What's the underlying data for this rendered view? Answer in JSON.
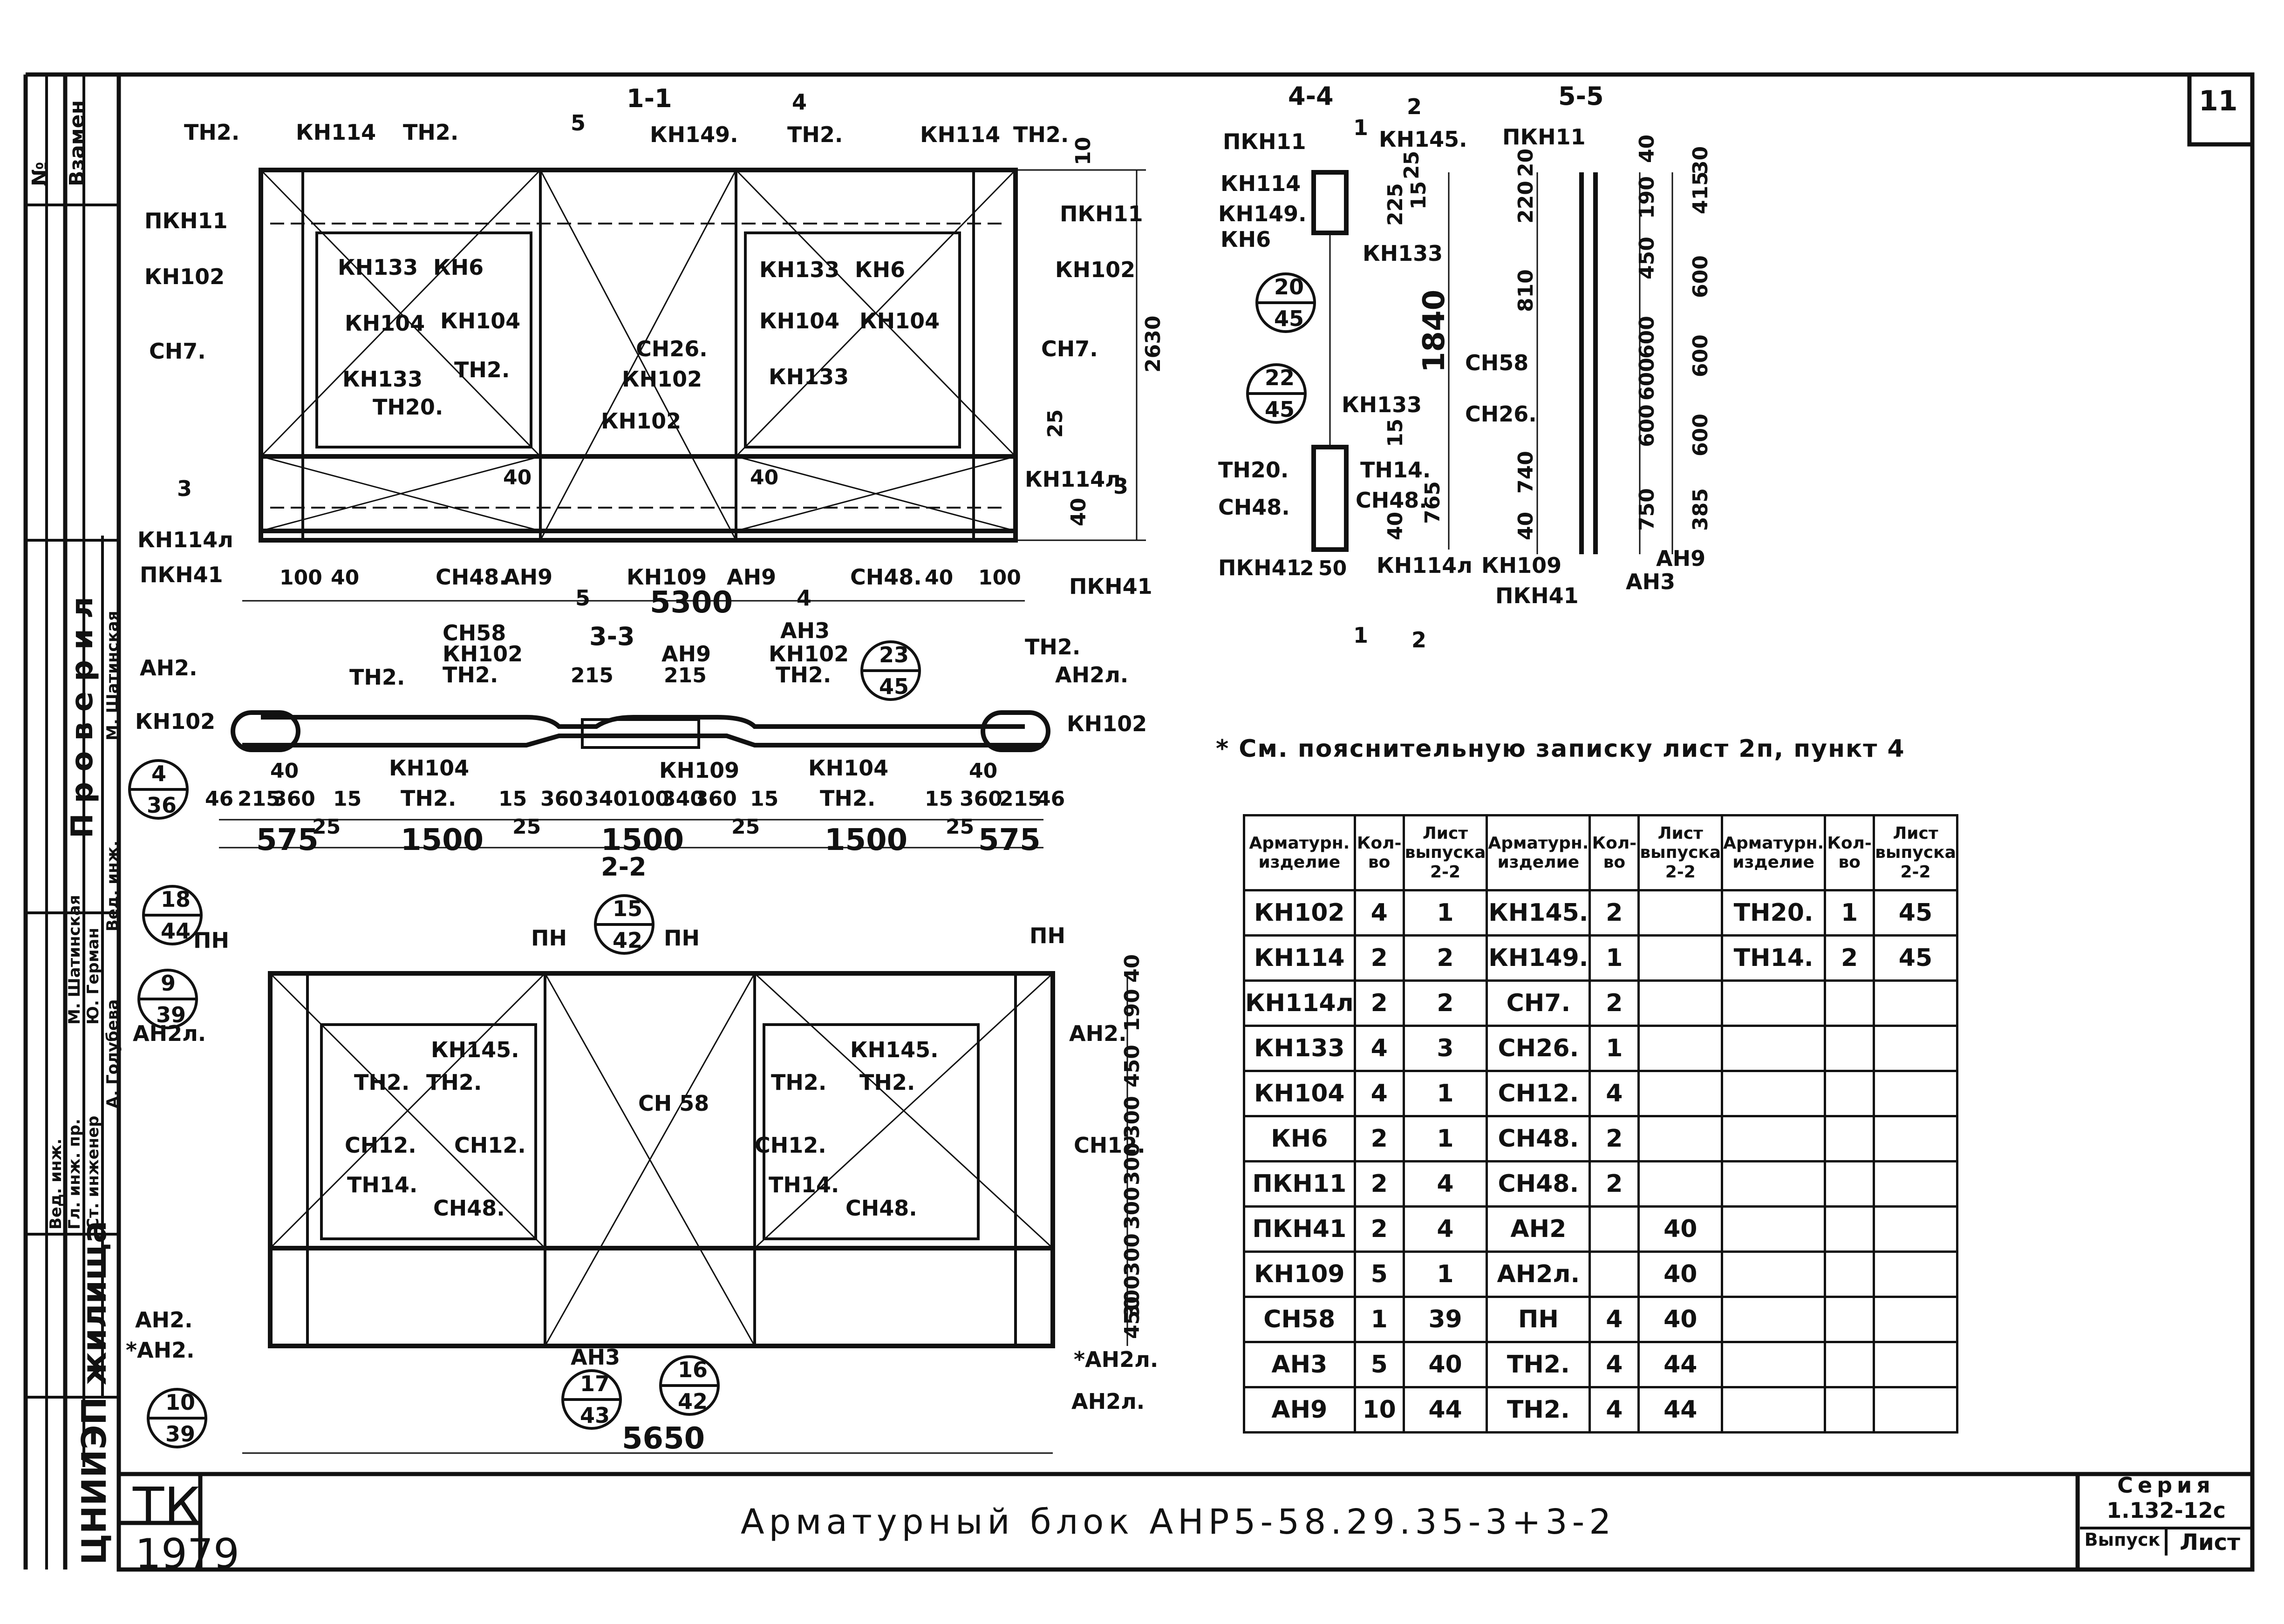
{
  "sheet_number": "11",
  "title": "Арматурный блок АНР5-58.29.35-3+3-2",
  "note": "* См. пояснительную записку лист 2п, пункт 4",
  "stamp": {
    "series_label": "Серия",
    "series": "1.132-12с",
    "issue_label": "Выпуск",
    "sheet_label": "Лист"
  },
  "tk": "ТК",
  "year": "1979",
  "org": "ЦНИИЭП жилища",
  "side_block": {
    "replace": "Взамен",
    "no": "№",
    "checked": "Проверил",
    "roles": [
      "Ст. инженер",
      "Гл. инж. пр.",
      "Вед. инж.",
      "Вед. инж."
    ],
    "names": [
      "Ю. Герман",
      "М. Шатинская",
      "А. Голубева",
      "М. Шатинская"
    ]
  },
  "sections": {
    "s11": "1-1",
    "s22": "2-2",
    "s33": "3-3",
    "s44": "4-4",
    "s55": "5-5",
    "cut5": "5",
    "cut4": "4",
    "cut3": "3",
    "cut1": "1",
    "cut2": "2"
  },
  "view11": {
    "labels": [
      "ТН2.",
      "КН114",
      "ТН2.",
      "КН149.",
      "ТН2.",
      "КН114",
      "ТН2.",
      "ПКН11",
      "ПКН11",
      "КН102",
      "КН102",
      "КН133",
      "КН6",
      "КН133",
      "КН6",
      "КН104",
      "КН104",
      "КН104",
      "КН104",
      "СН7.",
      "СН7.",
      "КН133",
      "ТН2.",
      "СН26.",
      "КН102",
      "КН133",
      "ТН20.",
      "КН102",
      "КН114л",
      "КН114л",
      "ПКН41",
      "ПКН41",
      "СН48.",
      "АН9",
      "КН109",
      "АН9",
      "СН48."
    ],
    "dims": [
      "100",
      "40",
      "40",
      "100",
      "5300",
      "2630",
      "40",
      "25",
      "40",
      "40",
      "10"
    ]
  },
  "view33": {
    "labels": [
      "АН2.",
      "ТН2.",
      "СН58",
      "КН102",
      "ТН2.",
      "АН9",
      "АН3",
      "КН102",
      "ТН2.",
      "ТН2.",
      "АН2л.",
      "КН102",
      "КН102",
      "КН104",
      "ТН2.",
      "КН109",
      "КН104",
      "ТН2."
    ],
    "dims": [
      "46",
      "215",
      "360",
      "15",
      "15",
      "360",
      "340",
      "100",
      "340",
      "360",
      "15",
      "15",
      "360",
      "215",
      "46",
      "40",
      "40",
      "215",
      "215",
      "575",
      "25",
      "1500",
      "25",
      "1500",
      "25",
      "1500",
      "25",
      "575"
    ]
  },
  "view22": {
    "labels": [
      "ПН",
      "ПН",
      "ПН",
      "ПН",
      "АН2л.",
      "АН2.",
      "КН145.",
      "КН145.",
      "ТН2.",
      "ТН2.",
      "ТН2.",
      "ТН2.",
      "СН12.",
      "СН12.",
      "СН 58",
      "СН12.",
      "СН12.",
      "ТН14.",
      "СН48.",
      "ТН14.",
      "СН48.",
      "АН2.",
      "*АН2.",
      "АН3",
      "*АН2л.",
      "АН2л."
    ],
    "dims": [
      "40",
      "190",
      "450",
      "300",
      "300",
      "300",
      "300",
      "300",
      "450",
      "5650"
    ]
  },
  "view44": {
    "labels": [
      "ПКН11",
      "КН145.",
      "КН114",
      "КН149.",
      "КН6",
      "КН133",
      "КН133",
      "ТН20.",
      "ТН14.",
      "СН48.",
      "СН48.",
      "ПКН41",
      "КН114л"
    ],
    "dims": [
      "25",
      "225",
      "15",
      "1840",
      "15",
      "765",
      "40",
      "2",
      "50"
    ]
  },
  "view55": {
    "labels": [
      "ПКН11",
      "СН58",
      "СН26.",
      "КН109",
      "ПКН41",
      "АН9",
      "АН3"
    ],
    "dims": [
      "20",
      "220",
      "810",
      "740",
      "40",
      "40",
      "190",
      "450",
      "600",
      "600",
      "600",
      "750",
      "30",
      "415",
      "600",
      "600",
      "600",
      "385"
    ]
  },
  "callouts": [
    {
      "top": "20",
      "bottom": "45"
    },
    {
      "top": "22",
      "bottom": "45"
    },
    {
      "top": "23",
      "bottom": "45"
    },
    {
      "top": "4",
      "bottom": "36"
    },
    {
      "top": "18",
      "bottom": "44"
    },
    {
      "top": "9",
      "bottom": "39"
    },
    {
      "top": "15",
      "bottom": "42"
    },
    {
      "top": "10",
      "bottom": "39"
    },
    {
      "top": "17",
      "bottom": "43"
    },
    {
      "top": "16",
      "bottom": "42"
    }
  ],
  "spec_table": {
    "headers": [
      "Арматурн. изделие",
      "Кол-во",
      "Лист выпуска 2-2",
      "Арматурн. изделие",
      "Кол-во",
      "Лист выпуска 2-2",
      "Арматурн. изделие",
      "Кол-во",
      "Лист выпуска 2-2"
    ],
    "rows": [
      [
        "КН102",
        "4",
        "1",
        "КН145.",
        "2",
        "",
        "ТН20.",
        "1",
        "45"
      ],
      [
        "КН114",
        "2",
        "2",
        "КН149.",
        "1",
        "",
        "ТН14.",
        "2",
        "45"
      ],
      [
        "КН114л",
        "2",
        "2",
        "СН7.",
        "2",
        "",
        "",
        "",
        ""
      ],
      [
        "КН133",
        "4",
        "3",
        "СН26.",
        "1",
        "",
        "",
        "",
        ""
      ],
      [
        "КН104",
        "4",
        "1",
        "СН12.",
        "4",
        "",
        "",
        "",
        ""
      ],
      [
        "КН6",
        "2",
        "1",
        "СН48.",
        "2",
        "",
        "",
        "",
        ""
      ],
      [
        "ПКН11",
        "2",
        "4",
        "СН48.",
        "2",
        "",
        "",
        "",
        ""
      ],
      [
        "ПКН41",
        "2",
        "4",
        "АН2",
        "",
        "40",
        "",
        "",
        ""
      ],
      [
        "КН109",
        "5",
        "1",
        "АН2л.",
        "",
        "40",
        "",
        "",
        ""
      ],
      [
        "СН58",
        "1",
        "39",
        "ПН",
        "4",
        "40",
        "",
        "",
        ""
      ],
      [
        "АН3",
        "5",
        "40",
        "ТН2.",
        "4",
        "44",
        "",
        "",
        ""
      ],
      [
        "АН9",
        "10",
        "44",
        "ТН2.",
        "4",
        "44",
        "",
        "",
        ""
      ]
    ]
  }
}
